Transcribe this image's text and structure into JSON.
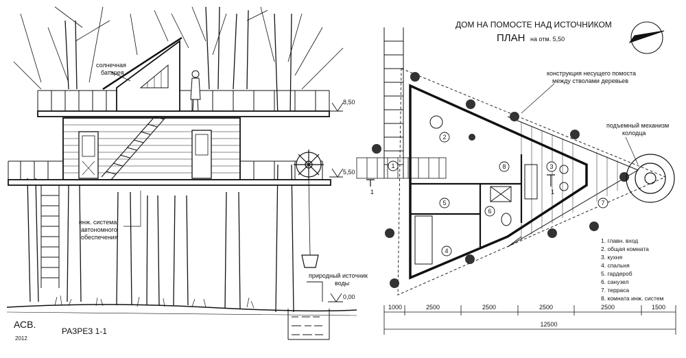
{
  "plan": {
    "title_line1": "ДОМ НА ПОМОСТЕ НАД ИСТОЧНИКОМ",
    "title_main": "ПЛАН",
    "title_sub": "на отм. 5,50",
    "label_platform_line1": "конструкция несущего помоста",
    "label_platform_line2": "между стволами деревьев",
    "label_lift_line1": "подъемный механизм",
    "label_lift_line2": "колодца",
    "section_marker": "1",
    "rooms": [
      "1",
      "2",
      "3",
      "4",
      "5",
      "6",
      "7",
      "8"
    ],
    "legend": [
      "1. главн. вход",
      "2. общая комната",
      "3. кухня",
      "4. спальня",
      "5. гардероб",
      "6. санузел",
      "7. терраса",
      "8. комната инж. систем"
    ],
    "dimensions": [
      "1000",
      "2500",
      "2500",
      "2500",
      "2500",
      "1500"
    ],
    "dimension_total": "12500"
  },
  "section": {
    "title": "РАЗРЕЗ 1-1",
    "label_solar_line1": "солнечная",
    "label_solar_line2": "батарея",
    "label_eng_line1": "инж. система",
    "label_eng_line2": "автономного",
    "label_eng_line3": "обеспечения",
    "label_spring_line1": "природный источник",
    "label_spring_line2": "воды",
    "level_top": "8,50",
    "level_mid": "5,50",
    "level_ground": "0,00"
  },
  "signature": {
    "monogram": "АСВ.",
    "year": "2012"
  }
}
